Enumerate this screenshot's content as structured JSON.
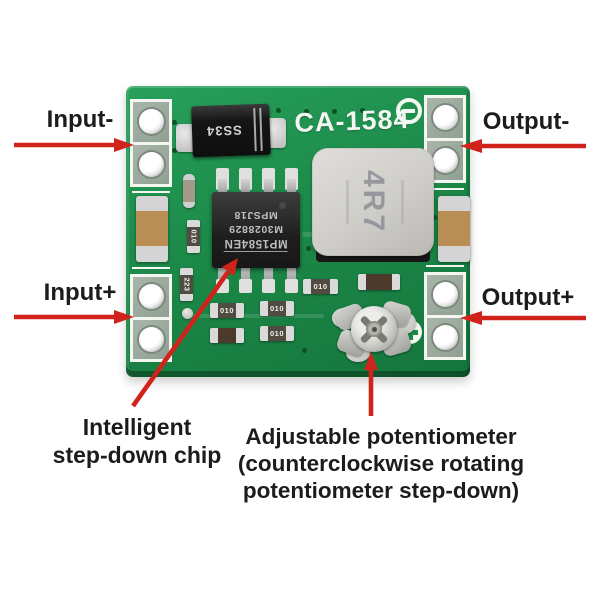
{
  "colors": {
    "accent_red": "#d0231c",
    "ink": "#1c1c1c",
    "pcb": "#1c8a48",
    "pcb_dark": "#0c5128",
    "silk": "#f3f6f1",
    "tan": "#b98e55"
  },
  "labels": {
    "input_minus": "Input-",
    "input_plus": "Input+",
    "output_minus": "Output-",
    "output_plus": "Output+"
  },
  "callouts": {
    "chip": [
      "Intelligent",
      "step-down chip"
    ],
    "potentiometer": [
      "Adjustable potentiometer",
      "(counterclockwise rotating",
      "potentiometer step-down)"
    ]
  },
  "board": {
    "model": "CA-1584",
    "diode_marking": "SS34",
    "inductor_marking": "4R7",
    "chip_marking": [
      "MP1584EN",
      "M3028829",
      "MPSJ18"
    ],
    "resistor_marking": "010",
    "resistor_marking_alt": "223"
  }
}
